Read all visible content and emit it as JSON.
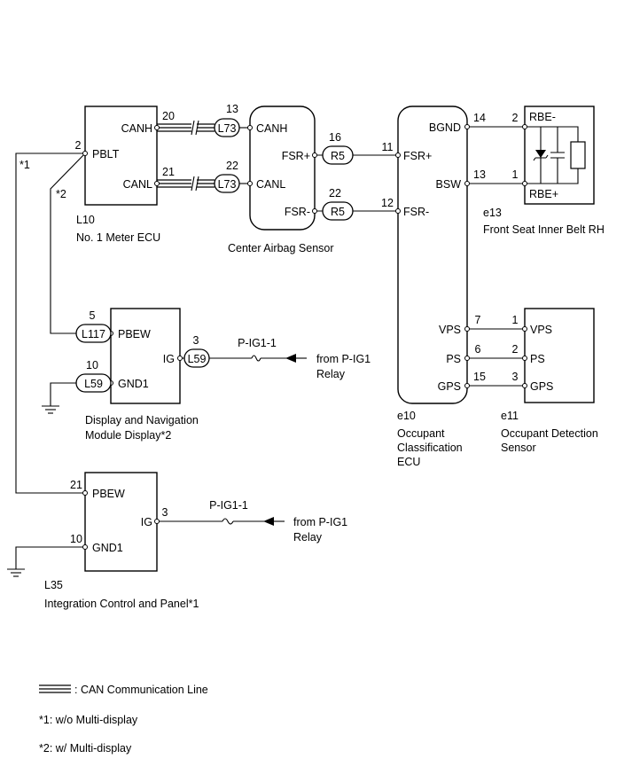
{
  "components": {
    "meter_ecu": {
      "id": "L10",
      "name": "No. 1 Meter ECU",
      "pins": {
        "canh": "CANH",
        "pblt": "PBLT",
        "canl": "CANL"
      },
      "pin_numbers": {
        "canh": "20",
        "pblt": "2",
        "canl": "21"
      }
    },
    "airbag": {
      "name": "Center Airbag Sensor",
      "pins": {
        "canh": "CANH",
        "canl": "CANL",
        "fsr_plus": "FSR+",
        "fsr_minus": "FSR-"
      },
      "pin_numbers": {
        "canh": "13",
        "canl": "22",
        "fsr_plus": "16",
        "fsr_minus": "22"
      }
    },
    "occupant_ecu": {
      "id": "e10",
      "name_lines": [
        "Occupant",
        "Classification",
        "ECU"
      ],
      "pins": {
        "fsr_plus": "FSR+",
        "fsr_minus": "FSR-",
        "bgnd": "BGND",
        "bsw": "BSW",
        "vps": "VPS",
        "ps": "PS",
        "gps": "GPS"
      },
      "pin_numbers": {
        "fsr_plus": "11",
        "fsr_minus": "12",
        "bgnd": "14",
        "bsw": "13",
        "vps": "7",
        "ps": "6",
        "gps": "15"
      }
    },
    "belt": {
      "id": "e13",
      "name": "Front Seat Inner Belt RH",
      "pins": {
        "rbe_minus": "RBE-",
        "rbe_plus": "RBE+"
      },
      "pin_numbers": {
        "rbe_minus": "2",
        "rbe_plus": "1"
      }
    },
    "detection": {
      "id": "e11",
      "name_lines": [
        "Occupant Detection",
        "Sensor"
      ],
      "pins": {
        "vps": "VPS",
        "ps": "PS",
        "gps": "GPS"
      },
      "pin_numbers": {
        "vps": "1",
        "ps": "2",
        "gps": "3"
      }
    },
    "display": {
      "name_lines": [
        "Display and Navigation",
        "Module Display*2"
      ],
      "pins": {
        "pbew": "PBEW",
        "ig": "IG",
        "gnd1": "GND1"
      },
      "pin_numbers": {
        "pbew": "5",
        "ig": "3",
        "gnd1": "10"
      }
    },
    "integration": {
      "id": "L35",
      "name": "Integration Control and Panel*1",
      "pins": {
        "pbew": "PBEW",
        "ig": "IG",
        "gnd1": "GND1"
      },
      "pin_numbers": {
        "pbew": "21",
        "ig": "3",
        "gnd1": "10"
      }
    }
  },
  "connectors": {
    "l73": "L73",
    "r5": "R5",
    "l117": "L117",
    "l59": "L59"
  },
  "fuses": {
    "pig1": "P-IG1-1"
  },
  "sources": {
    "relay_lines": [
      "from P-IG1",
      "Relay"
    ]
  },
  "notes": {
    "star1": "*1",
    "star2": "*2"
  },
  "legend": {
    "can_line": ": CAN Communication Line",
    "note1": "*1: w/o Multi-display",
    "note2": "*2: w/ Multi-display"
  }
}
